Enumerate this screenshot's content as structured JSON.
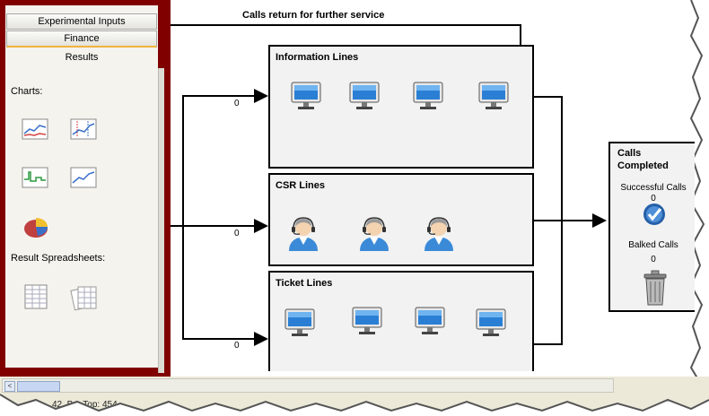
{
  "left_panel": {
    "tabs": [
      "Experimental Inputs",
      "Finance"
    ],
    "results_label": "Results",
    "charts_label": "Charts:",
    "sheets_label": "Result Spreadsheets:",
    "chart_icons": [
      "line-chart-icon",
      "scatter-chart-icon",
      "step-chart-icon",
      "line-chart-icon",
      "pie-chart-icon"
    ],
    "sheet_icons": [
      "spreadsheet-icon",
      "multi-spreadsheet-icon"
    ]
  },
  "diagram": {
    "return_label": "Calls return for further service",
    "info_lines": {
      "title": "Information Lines",
      "count": "0"
    },
    "csr_lines": {
      "title": "CSR Lines",
      "count": "0"
    },
    "ticket_lines": {
      "title": "Ticket Lines",
      "count": "0"
    },
    "completed": {
      "title_line1": "Calls",
      "title_line2": "Completed",
      "successful_label": "Successful Calls",
      "successful_value": "0",
      "balked_label": "Balked Calls",
      "balked_value": "0"
    }
  },
  "status": {
    "text": "42, B... Top: 454"
  },
  "colors": {
    "panel_border": "#800000",
    "monitor_blue": "#2a7fd4",
    "agent_blue": "#3a8ad8"
  }
}
